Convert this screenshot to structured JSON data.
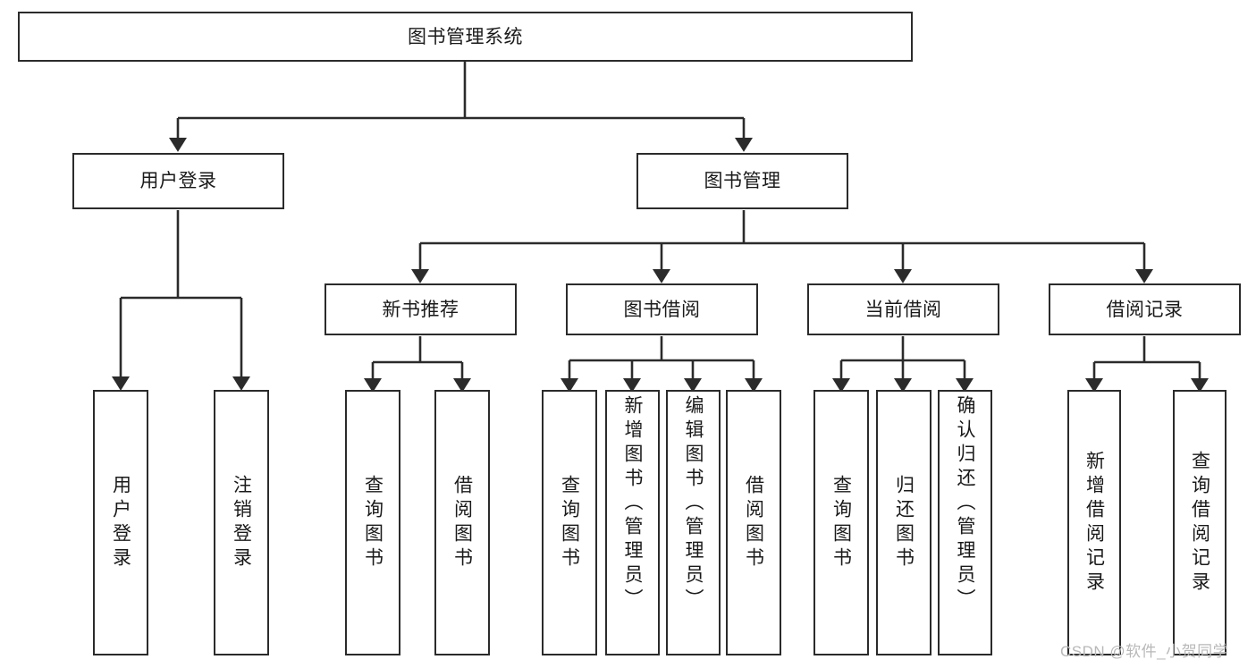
{
  "diagram": {
    "title": "图书管理系统",
    "type": "tree-hierarchy",
    "colors": {
      "background": "#ffffff",
      "node_border": "#2b2b2b",
      "node_fill": "#ffffff",
      "edge": "#2b2b2b",
      "text": "#1a1a1a",
      "watermark": "#b8b8b8"
    },
    "levels": {
      "root": "图书管理系统",
      "level2": [
        "用户登录",
        "图书管理"
      ],
      "level3": [
        "新书推荐",
        "图书借阅",
        "当前借阅",
        "借阅记录"
      ]
    },
    "nodes": {
      "root": {
        "label": "图书管理系统"
      },
      "user_login": {
        "label": "用户登录"
      },
      "book_manage": {
        "label": "图书管理"
      },
      "new_book_rec": {
        "label": "新书推荐"
      },
      "book_borrow": {
        "label": "图书借阅"
      },
      "current_borrow": {
        "label": "当前借阅"
      },
      "borrow_record": {
        "label": "借阅记录"
      },
      "leaf_user_login": {
        "label": "用户登录"
      },
      "leaf_logout": {
        "label": "注销登录"
      },
      "leaf_query_book_1": {
        "label": "查询图书"
      },
      "leaf_borrow_book_1": {
        "label": "借阅图书"
      },
      "leaf_query_book_2": {
        "label": "查询图书"
      },
      "leaf_add_book_admin": {
        "label": "新增图书（管理员）"
      },
      "leaf_edit_book_admin": {
        "label": "编辑图书（管理员）"
      },
      "leaf_borrow_book_2": {
        "label": "借阅图书"
      },
      "leaf_query_book_3": {
        "label": "查询图书"
      },
      "leaf_return_book": {
        "label": "归还图书"
      },
      "leaf_confirm_return_admin": {
        "label": "确认归还（管理员）"
      },
      "leaf_add_borrow_record": {
        "label": "新增借阅记录"
      },
      "leaf_query_borrow_record": {
        "label": "查询借阅记录"
      }
    },
    "edges": [
      {
        "from": "root",
        "to": "user_login"
      },
      {
        "from": "root",
        "to": "book_manage"
      },
      {
        "from": "user_login",
        "to": "leaf_user_login"
      },
      {
        "from": "user_login",
        "to": "leaf_logout"
      },
      {
        "from": "book_manage",
        "to": "new_book_rec"
      },
      {
        "from": "book_manage",
        "to": "book_borrow"
      },
      {
        "from": "book_manage",
        "to": "current_borrow"
      },
      {
        "from": "book_manage",
        "to": "borrow_record"
      },
      {
        "from": "new_book_rec",
        "to": "leaf_query_book_1"
      },
      {
        "from": "new_book_rec",
        "to": "leaf_borrow_book_1"
      },
      {
        "from": "book_borrow",
        "to": "leaf_query_book_2"
      },
      {
        "from": "book_borrow",
        "to": "leaf_add_book_admin"
      },
      {
        "from": "book_borrow",
        "to": "leaf_edit_book_admin"
      },
      {
        "from": "book_borrow",
        "to": "leaf_borrow_book_2"
      },
      {
        "from": "current_borrow",
        "to": "leaf_query_book_3"
      },
      {
        "from": "current_borrow",
        "to": "leaf_return_book"
      },
      {
        "from": "current_borrow",
        "to": "leaf_confirm_return_admin"
      },
      {
        "from": "borrow_record",
        "to": "leaf_add_borrow_record"
      },
      {
        "from": "borrow_record",
        "to": "leaf_query_borrow_record"
      }
    ]
  },
  "watermark": {
    "text": "CSDN @软件_小贺同学"
  }
}
